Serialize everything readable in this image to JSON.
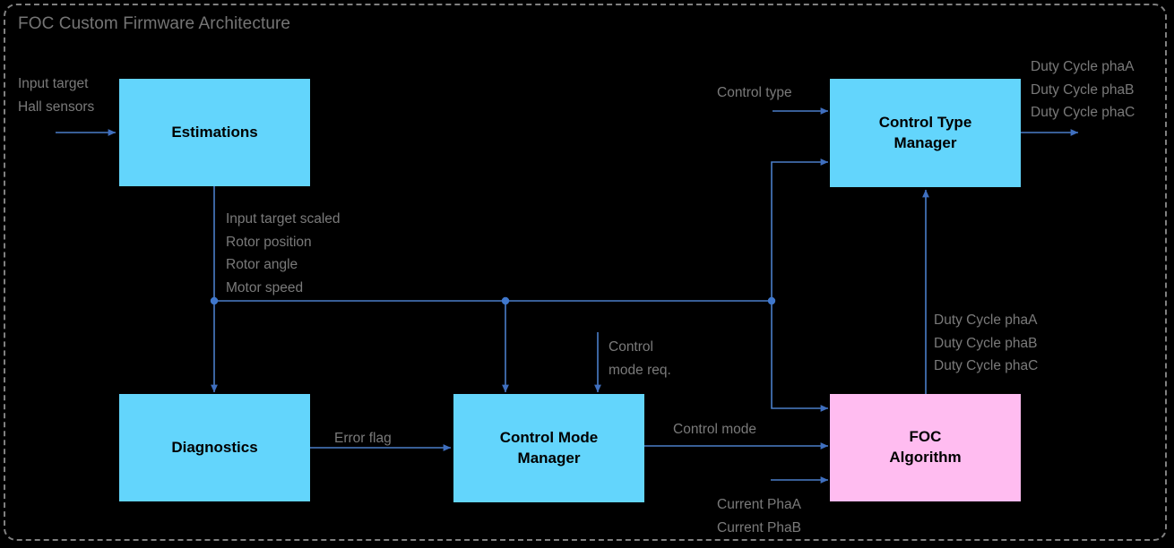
{
  "diagram": {
    "title": "FOC Custom Firmware Architecture",
    "frame_style": "dashed-rounded",
    "colors": {
      "block_cyan": "#63d5fc",
      "block_pink": "#ffbcf0",
      "wire": "#4a7ec8",
      "label_text": "#7a7a7a",
      "title_text": "#757575",
      "background": "#000000",
      "frame_border": "#808080"
    }
  },
  "blocks": [
    {
      "id": "estimations",
      "label": "Estimations",
      "color": "cyan"
    },
    {
      "id": "diagnostics",
      "label": "Diagnostics",
      "color": "cyan"
    },
    {
      "id": "control_mode_manager",
      "label": "Control Mode\nManager",
      "color": "cyan"
    },
    {
      "id": "control_type_manager",
      "label": "Control Type\nManager",
      "color": "cyan"
    },
    {
      "id": "foc_algorithm",
      "label": "FOC\nAlgorithm",
      "color": "pink"
    }
  ],
  "labels": {
    "input_to_estimations": "Input target\nHall sensors",
    "estimations_outputs": "Input target scaled\nRotor position\nRotor angle\nMotor speed",
    "control_mode_req": "Control\nmode req.",
    "error_flag": "Error flag",
    "control_mode": "Control mode",
    "control_type": "Control type",
    "duty_cycle_out": "Duty Cycle phaA\nDuty Cycle phaB\nDuty Cycle phaC",
    "duty_cycle_feedback": "Duty Cycle phaA\nDuty Cycle phaB\nDuty Cycle phaC",
    "current_inputs": "Current PhaA\nCurrent PhaB"
  }
}
